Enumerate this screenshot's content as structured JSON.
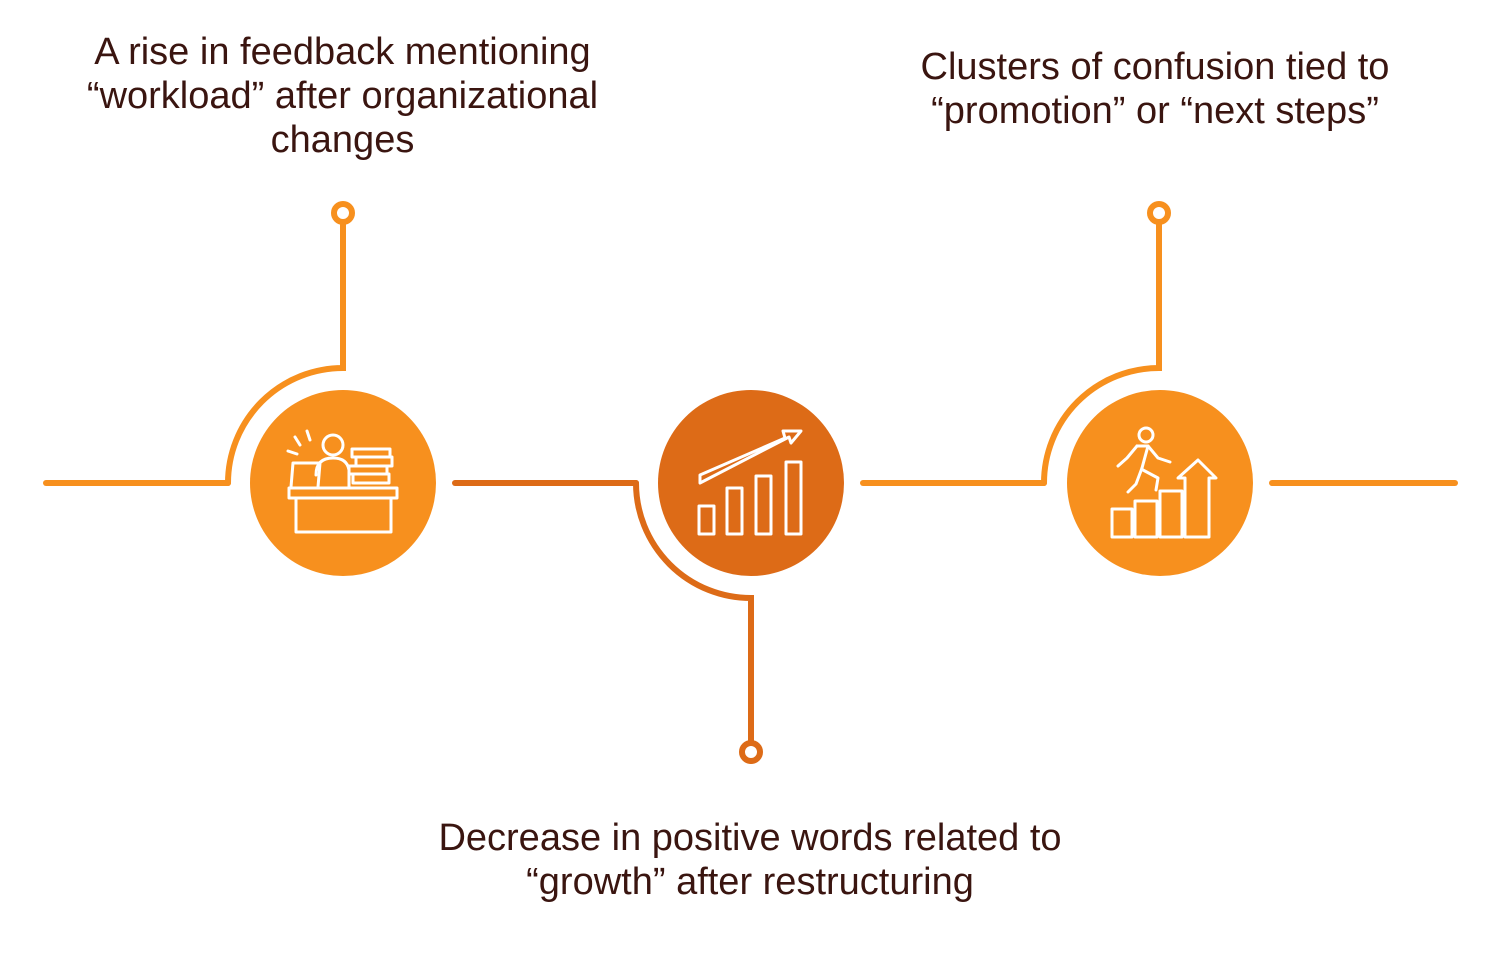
{
  "steps": [
    {
      "text": "A rise in feedback mentioning “workload” after organizational changes",
      "icon": "overworked-desk-icon",
      "color": "#f7901e"
    },
    {
      "text": "Decrease in positive words related to “growth” after restructuring",
      "icon": "growth-chart-icon",
      "color": "#dd6b17"
    },
    {
      "text": "Clusters of confusion tied to “promotion” or “next steps”",
      "icon": "career-steps-icon",
      "color": "#f7901e"
    }
  ],
  "colors": {
    "line_light": "#f7901e",
    "line_dark": "#dd6b17",
    "text": "#3a1510",
    "icon_stroke": "#ffffff"
  }
}
